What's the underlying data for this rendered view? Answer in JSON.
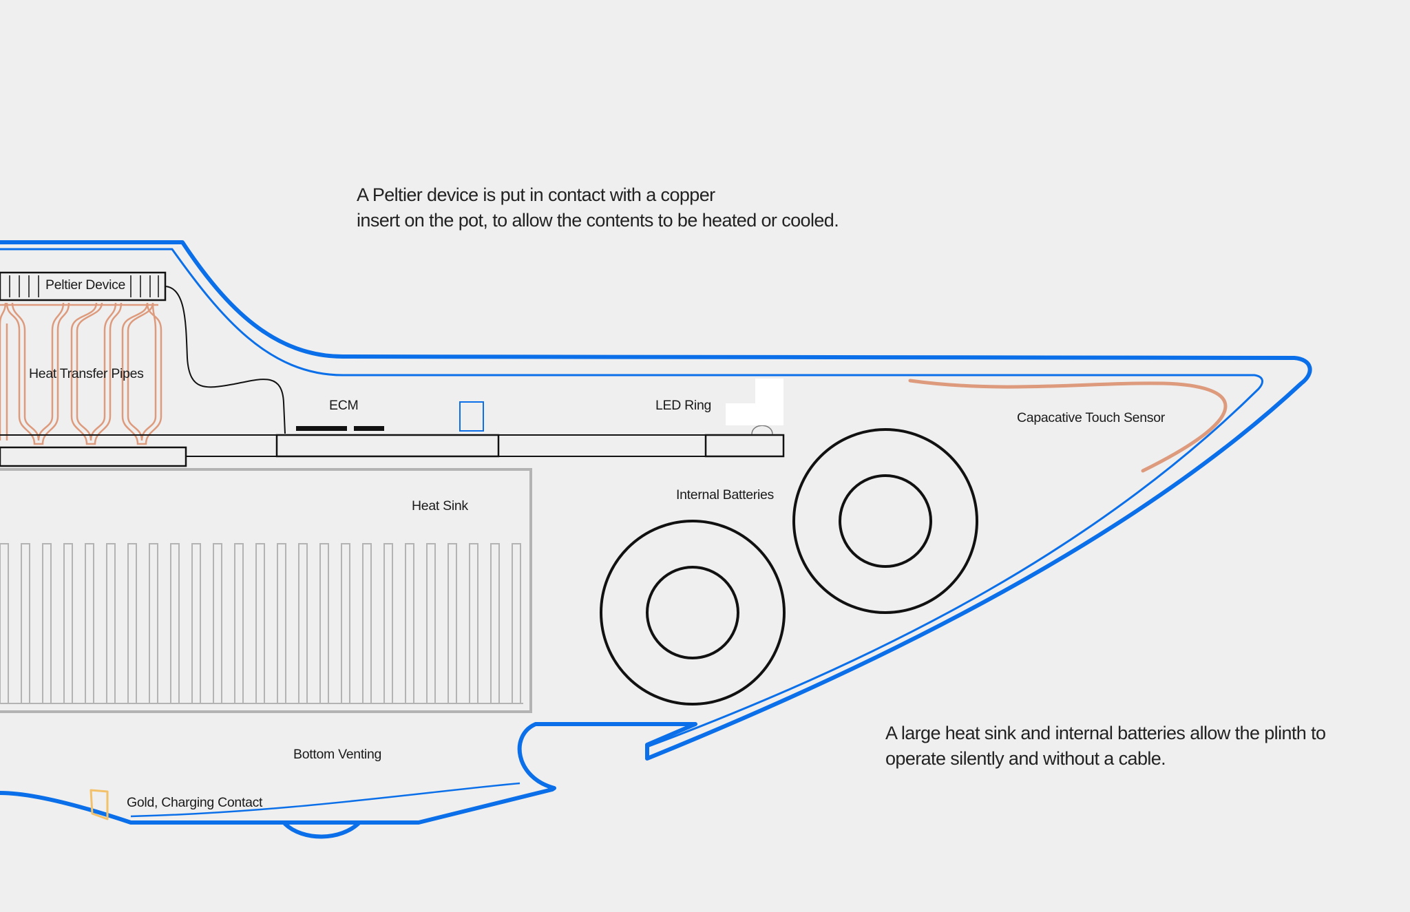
{
  "captions": {
    "top": [
      "A Peltier device is put in contact with a copper",
      "insert on the pot, to allow the contents to be heated or cooled."
    ],
    "bottom": [
      "A large heat sink and internal batteries allow the plinth to",
      "operate silently and without a cable."
    ]
  },
  "labels": {
    "peltier_device": "Peltier Device",
    "heat_transfer_pipes": "Heat Transfer Pipes",
    "ecm": "ECM",
    "led_ring": "LED Ring",
    "capacitive_touch_sensor": "Capacative Touch Sensor",
    "heat_sink": "Heat Sink",
    "internal_batteries": "Internal Batteries",
    "bottom_venting": "Bottom Venting",
    "gold_charging_contact": "Gold, Charging Contact"
  },
  "colors": {
    "shell_blue": "#0a6fe8",
    "copper": "#dd9a7c",
    "heat_sink_gray": "#b3b3b3",
    "contact_gold": "#f2c16a",
    "component_black": "#111111",
    "background": "#efefef"
  }
}
